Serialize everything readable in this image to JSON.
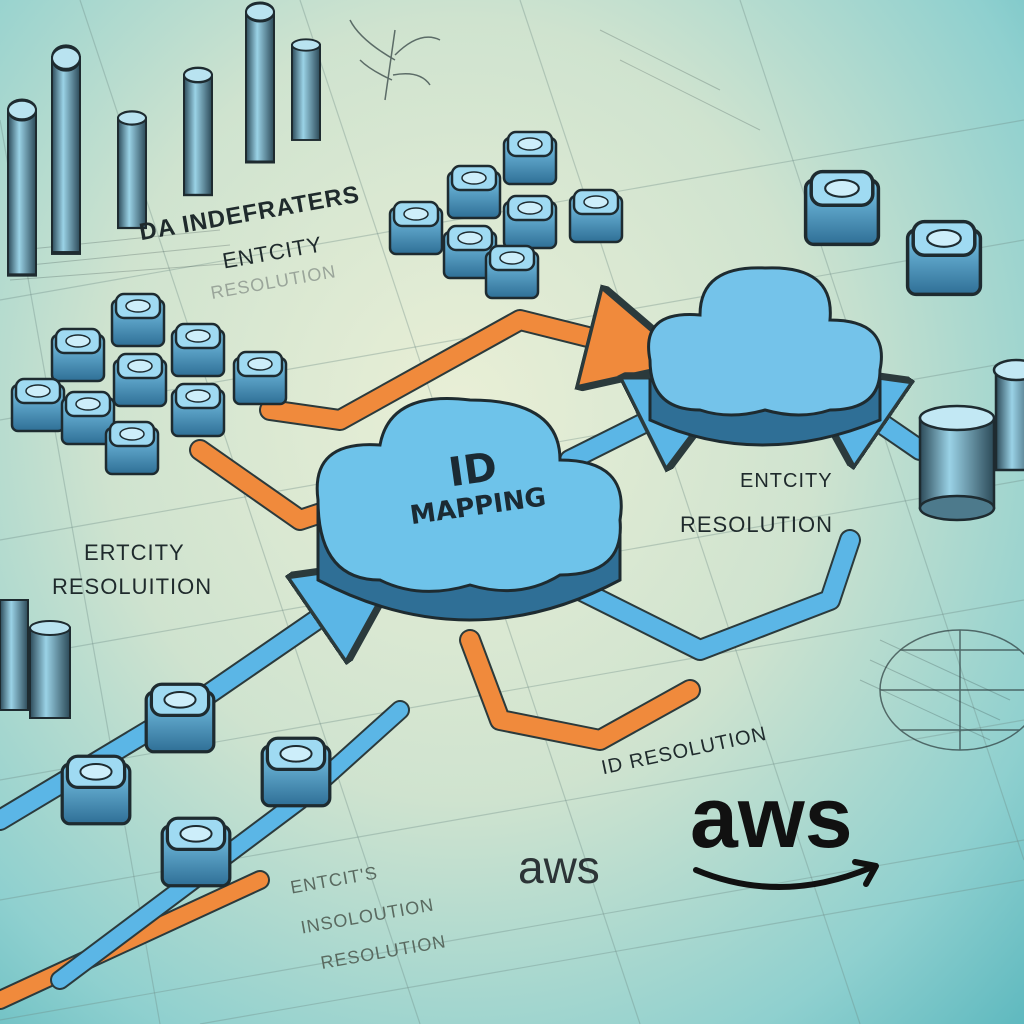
{
  "labels": {
    "top_title": "DA INDEFRATERS",
    "entity_top": "ENTCITY",
    "resolution_faded": "RESOLUTION",
    "left_entity": "ERTCITY",
    "left_resolution": "RESOLUITION",
    "center_id": "ID",
    "center_mapping": "MAPPING",
    "right_entity": "ENTCITY",
    "right_resolution": "RESOLUTION",
    "id_resolution": "ID RESOLUTION",
    "bottom_line1": "ENTCIT'S",
    "bottom_line2": "INSOLOUTION",
    "bottom_line3": "RESOLUTION"
  },
  "logos": {
    "aws_small": "aws",
    "aws_large": "aws"
  },
  "colors": {
    "cube_blue": "#6ec3ea",
    "cube_dark": "#2f6f96",
    "arrow_orange": "#f08a3c",
    "arrow_blue": "#5bb6e6",
    "ink": "#1f2a2c"
  }
}
